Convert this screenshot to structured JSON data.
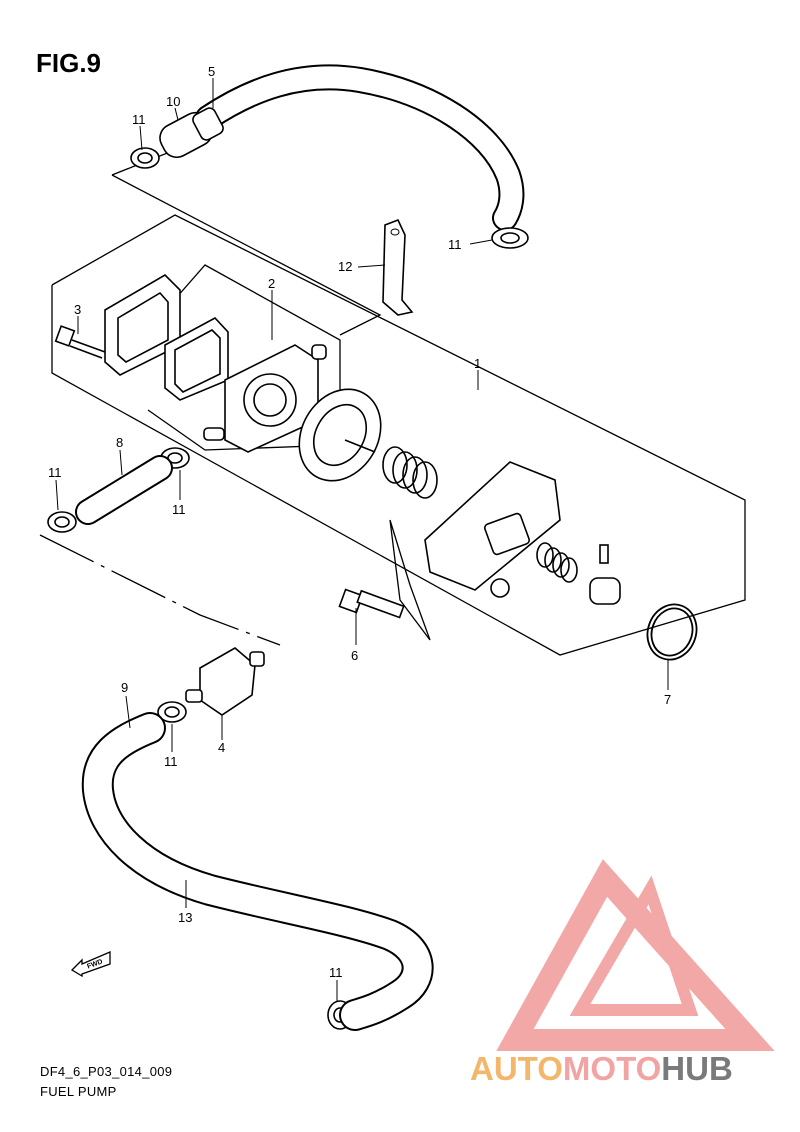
{
  "figure": {
    "title": "FIG.9",
    "code": "DF4_6_P03_014_009",
    "name": "FUEL PUMP"
  },
  "callouts": [
    {
      "id": "c5",
      "label": "5"
    },
    {
      "id": "c10",
      "label": "10"
    },
    {
      "id": "c11a",
      "label": "11"
    },
    {
      "id": "c11b",
      "label": "11"
    },
    {
      "id": "c12",
      "label": "12"
    },
    {
      "id": "c2",
      "label": "2"
    },
    {
      "id": "c3",
      "label": "3"
    },
    {
      "id": "c1",
      "label": "1"
    },
    {
      "id": "c8",
      "label": "8"
    },
    {
      "id": "c11c",
      "label": "11"
    },
    {
      "id": "c11d",
      "label": "11"
    },
    {
      "id": "c6",
      "label": "6"
    },
    {
      "id": "c7",
      "label": "7"
    },
    {
      "id": "c9",
      "label": "9"
    },
    {
      "id": "c4",
      "label": "4"
    },
    {
      "id": "c11e",
      "label": "11"
    },
    {
      "id": "c13",
      "label": "13"
    },
    {
      "id": "c11f",
      "label": "11"
    }
  ],
  "fwd_label": "FWD",
  "watermark": {
    "part1": "AUTO",
    "part2": "MOTO",
    "part3": "HUB",
    "colors": {
      "auto": "#f4b66a",
      "moto": "#f2a4a4",
      "hub": "#7a7a7a",
      "triangle": "#f29a9a"
    }
  }
}
